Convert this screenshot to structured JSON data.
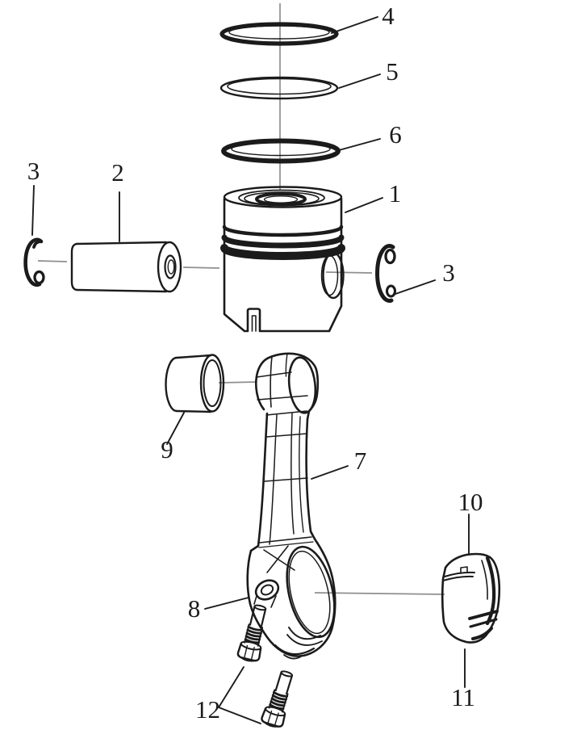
{
  "diagram": {
    "background_color": "#ffffff",
    "line_color": "#1b1b1b",
    "connector_line_color": "#8f8f8f",
    "callouts": [
      {
        "label": "4"
      },
      {
        "label": "5"
      },
      {
        "label": "6"
      },
      {
        "label": "1"
      },
      {
        "label": "3"
      },
      {
        "label": "2"
      },
      {
        "label": "3"
      },
      {
        "label": "9"
      },
      {
        "label": "7"
      },
      {
        "label": "8"
      },
      {
        "label": "10"
      },
      {
        "label": "11"
      },
      {
        "label": "12"
      }
    ]
  }
}
